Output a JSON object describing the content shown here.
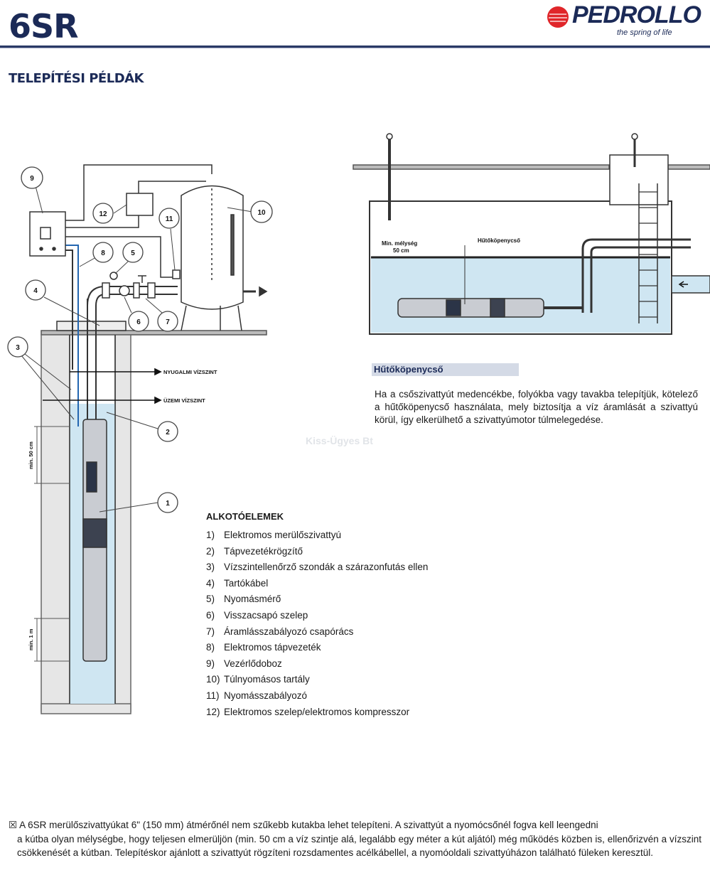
{
  "header": {
    "title": "6SR",
    "logo_text": "PEDROLLO",
    "logo_tagline": "the spring of life",
    "section_title": "TELEPÍTÉSI PÉLDÁK"
  },
  "watermark": "Kiss-Ügyes Bt",
  "well_diagram": {
    "callouts": [
      "1",
      "2",
      "3",
      "4",
      "5",
      "6",
      "7",
      "8",
      "9",
      "10",
      "11",
      "12"
    ],
    "static_level_label": "NYUGALMI VÍZSZINT",
    "dynamic_level_label": "ÜZEMI VÍZSZINT",
    "min_depth_label": "min. 50 cm",
    "min_bottom_label": "min. 1 m"
  },
  "basin_diagram": {
    "min_depth_label_1": "Min. mélység",
    "min_depth_label_2": "50 cm",
    "sleeve_label": "Hűtőköpenycső"
  },
  "cooling": {
    "heading": "Hűtőköpenycső",
    "text": "Ha a csőszivattyút medencékbe, folyókba vagy tavakba telepítjük, kötelező a hűtőköpenycső használata, mely biztosítja a víz áramlását a szivattyú körül, így elkerülhető a szivattyúmotor túlmelegedése."
  },
  "parts": {
    "heading": "ALKOTÓELEMEK",
    "items": [
      {
        "n": "1)",
        "label": "Elektromos merülőszivattyú"
      },
      {
        "n": "2)",
        "label": "Tápvezetékrögzítő"
      },
      {
        "n": "3)",
        "label": "Vízszintellenőrző szondák a szárazonfutás ellen"
      },
      {
        "n": "4)",
        "label": "Tartókábel"
      },
      {
        "n": "5)",
        "label": "Nyomásmérő"
      },
      {
        "n": "6)",
        "label": "Visszacsapó szelep"
      },
      {
        "n": "7)",
        "label": "Áramlásszabályozó csapórács"
      },
      {
        "n": "8)",
        "label": "Elektromos tápvezeték"
      },
      {
        "n": "9)",
        "label": "Vezérlődoboz"
      },
      {
        "n": "10)",
        "label": "Túlnyomásos tartály"
      },
      {
        "n": "11)",
        "label": "Nyomásszabályozó"
      },
      {
        "n": "12)",
        "label": "Elektromos szelep/elektromos kompresszor"
      }
    ]
  },
  "footer": {
    "bullet": "☒",
    "line1": "A 6SR merülőszivattyúkat 6\" (150 mm) átmérőnél nem szűkebb kutakba lehet telepíteni. A szivattyút a nyomócsőnél fogva kell leengedni",
    "rest": "a kútba olyan mélységbe, hogy teljesen elmerüljön (min. 50 cm a víz szintje alá, legalább egy méter a kút aljától) még működés közben is, ellenőrizvén a vízszint csökkenését a kútban. Telepítéskor ajánlott a szivattyút rögzíteni rozsdamentes acélkábellel, a nyomóoldali szivattyúházon található füleken keresztül."
  },
  "colors": {
    "navy": "#1b2a57",
    "water": "#cfe6f2",
    "logo_red": "#e0262a"
  }
}
